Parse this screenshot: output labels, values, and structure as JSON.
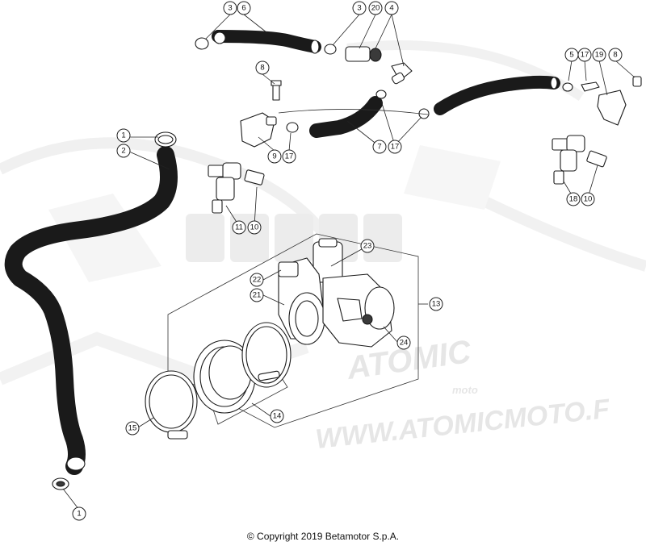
{
  "watermark": {
    "brand": "ATOMIC",
    "brand_sub": "moto",
    "url": "WWW.ATOMICMOTO.F"
  },
  "callouts": [
    {
      "id": "c3a",
      "label": "3"
    },
    {
      "id": "c6",
      "label": "6"
    },
    {
      "id": "c3b",
      "label": "3"
    },
    {
      "id": "c20",
      "label": "20"
    },
    {
      "id": "c4",
      "label": "4"
    },
    {
      "id": "c5",
      "label": "5"
    },
    {
      "id": "c17a",
      "label": "17"
    },
    {
      "id": "c19",
      "label": "19"
    },
    {
      "id": "c8a",
      "label": "8"
    },
    {
      "id": "c8b",
      "label": "8"
    },
    {
      "id": "c1a",
      "label": "1"
    },
    {
      "id": "c2",
      "label": "2"
    },
    {
      "id": "c9",
      "label": "9"
    },
    {
      "id": "c17b",
      "label": "17"
    },
    {
      "id": "c7",
      "label": "7"
    },
    {
      "id": "c17c",
      "label": "17"
    },
    {
      "id": "c11",
      "label": "11"
    },
    {
      "id": "c10a",
      "label": "10"
    },
    {
      "id": "c18",
      "label": "18"
    },
    {
      "id": "c10b",
      "label": "10"
    },
    {
      "id": "c23",
      "label": "23"
    },
    {
      "id": "c22",
      "label": "22"
    },
    {
      "id": "c21",
      "label": "21"
    },
    {
      "id": "c13",
      "label": "13"
    },
    {
      "id": "c24",
      "label": "24"
    },
    {
      "id": "c15",
      "label": "15"
    },
    {
      "id": "c14",
      "label": "14"
    },
    {
      "id": "c1b",
      "label": "1"
    }
  ],
  "footer": {
    "copyright": "© Copyright 2019 Betamotor S.p.A."
  }
}
